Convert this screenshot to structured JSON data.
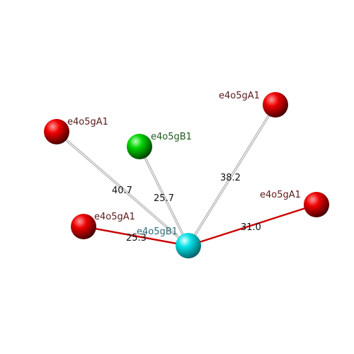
{
  "diagram": {
    "colors": {
      "red_atom": "#e00000",
      "green_atom": "#00cc00",
      "cyan_atom": "#00e5e5",
      "red_label": "#5a1a1a",
      "green_label": "#1e5a1e",
      "cyan_label": "#2a6a7a",
      "red_bond": "#cc0000",
      "gray_bond": "#c8c8c8"
    },
    "atoms": [
      {
        "id": "center",
        "label": "e4o5gB1",
        "kind": "cyan"
      },
      {
        "id": "a1",
        "label": "e4o5gA1",
        "kind": "red"
      },
      {
        "id": "a2",
        "label": "e4o5gB1",
        "kind": "green"
      },
      {
        "id": "a3",
        "label": "e4o5gA1",
        "kind": "red"
      },
      {
        "id": "a4",
        "label": "e4o5gA1",
        "kind": "red"
      },
      {
        "id": "a5",
        "label": "e4o5gA1",
        "kind": "red"
      }
    ],
    "bonds": [
      {
        "to": "a1",
        "label": "40.7",
        "style": "gray"
      },
      {
        "to": "a2",
        "label": "25.7",
        "style": "gray"
      },
      {
        "to": "a3",
        "label": "38.2",
        "style": "gray"
      },
      {
        "to": "a4",
        "label": "31.0",
        "style": "red"
      },
      {
        "to": "a5",
        "label": "25.3",
        "style": "red"
      }
    ]
  }
}
